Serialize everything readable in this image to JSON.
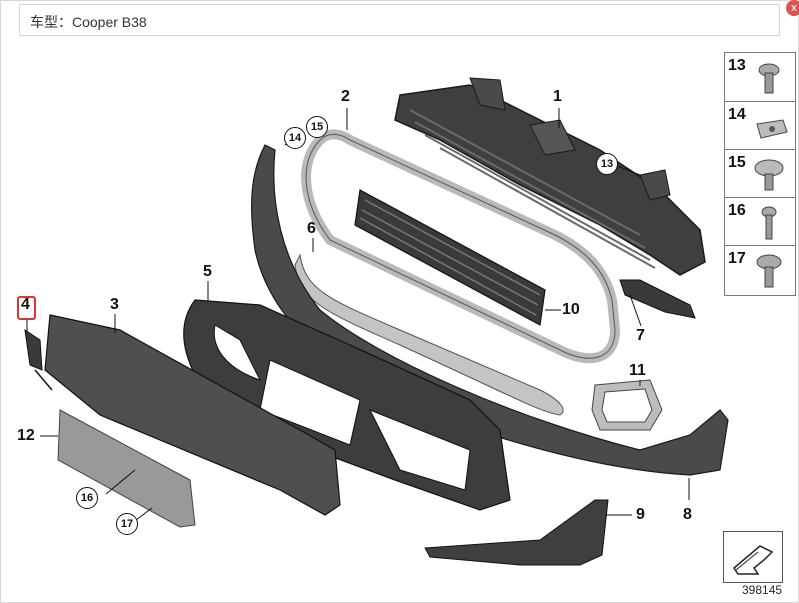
{
  "header": {
    "label": "车型：Cooper B38"
  },
  "close_label": "x",
  "diagram_id": "398145",
  "callouts": {
    "c1": "1",
    "c2": "2",
    "c3": "3",
    "c4": "4",
    "c5": "5",
    "c6": "6",
    "c7": "7",
    "c8": "8",
    "c9": "9",
    "c10": "10",
    "c11": "11",
    "c12": "12",
    "c13": "13",
    "c14": "14",
    "c15": "15",
    "c16": "16",
    "c17": "17"
  },
  "fastener_panel": {
    "items": [
      {
        "num": "13",
        "icon": "torx-screw-washer-icon"
      },
      {
        "num": "14",
        "icon": "clip-nut-icon"
      },
      {
        "num": "15",
        "icon": "expanding-rivet-icon"
      },
      {
        "num": "16",
        "icon": "screw-icon"
      },
      {
        "num": "17",
        "icon": "torx-screw-collar-icon"
      }
    ]
  },
  "highlight_color": "#dd3333",
  "part_color": "#3a3a3a",
  "trim_color": "#b9b9b9"
}
